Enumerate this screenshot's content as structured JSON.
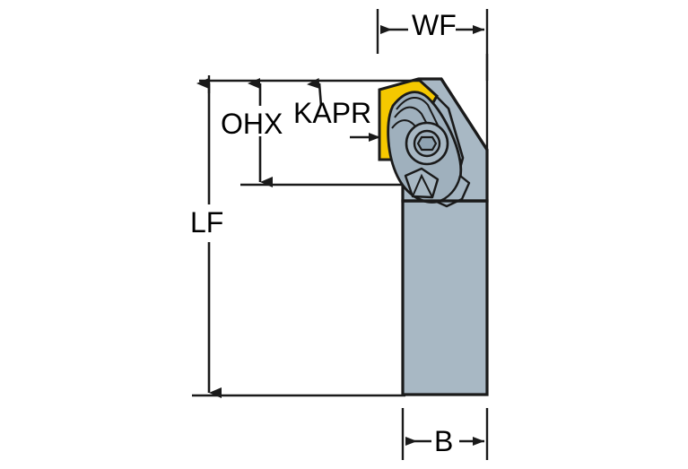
{
  "figure": {
    "title": "Turning tool holder dimensional diagram",
    "background_color": "#ffffff",
    "line_color": "#1a1a1a",
    "shank_color": "#a8b8c4",
    "insert_color": "#f5c800",
    "clamp_color": "#9fb0bd"
  },
  "dimensions": {
    "wf": {
      "label": "WF",
      "orientation": "horizontal",
      "position": "top"
    },
    "ohx": {
      "label": "OHX",
      "orientation": "vertical",
      "position": "upper-left"
    },
    "kapr": {
      "label": "KAPR",
      "orientation": "angle",
      "position": "upper-middle"
    },
    "lf": {
      "label": "LF",
      "orientation": "vertical",
      "position": "left"
    },
    "b": {
      "label": "B",
      "orientation": "horizontal",
      "position": "bottom"
    }
  },
  "parts": {
    "shank": "tool-holder-shank",
    "head": "tool-holder-head",
    "insert": "cutting-insert",
    "clamp": "insert-clamp",
    "screw": "clamp-screw"
  }
}
